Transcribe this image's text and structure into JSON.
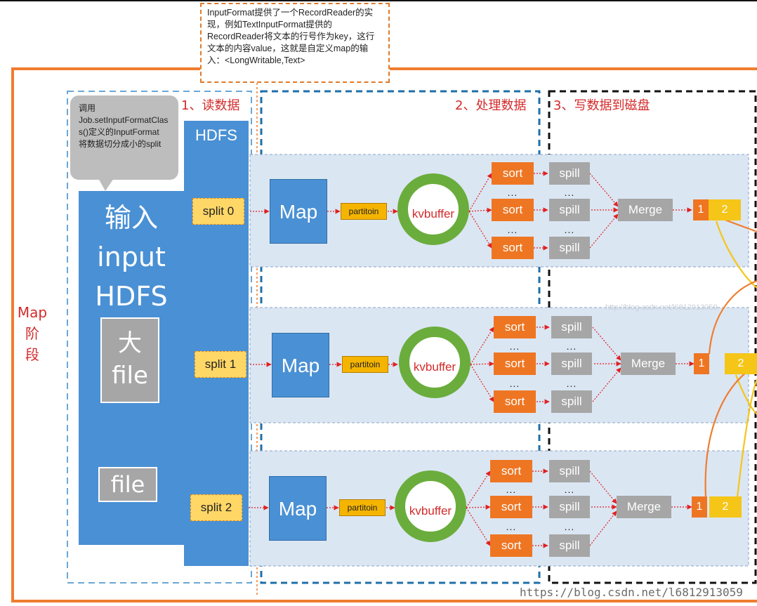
{
  "callout_top": {
    "line1": "InputFormat提供了一个RecordReader的实",
    "line2": "现，例如TextInputFormat提供的",
    "line3": "RecordReader将文本的行号作为key，这行",
    "line4": "文本的内容value，这就是自定义map的输",
    "line5": "入：<LongWritable,Text>"
  },
  "stages": {
    "read": "1、读数据",
    "process": "2、处理数据",
    "write": "3、写数据到磁盘"
  },
  "map_phase": {
    "line1": "Map",
    "line2": "阶",
    "line3": "段"
  },
  "gray_callout": {
    "line1": "调用",
    "line2": "Job.setInputFormatClas",
    "line3": "s()定义的InputFormat",
    "line4": "将数据切分成小的split"
  },
  "input_panel": {
    "line1": "输入",
    "line2": "input",
    "line3": "HDFS"
  },
  "big_file": {
    "line1": "大",
    "line2": "file"
  },
  "small_file": "file",
  "hdfs_label": "HDFS",
  "lanes": [
    {
      "split": "split 0",
      "map": "Map",
      "partition": "partitoin",
      "kvbuffer": "kvbuffer",
      "sorts": [
        "sort",
        "sort",
        "sort"
      ],
      "spills": [
        "spill",
        "spill",
        "spill"
      ],
      "dots": "...",
      "merge": "Merge",
      "out1": "1",
      "out2": "2"
    },
    {
      "split": "split 1",
      "map": "Map",
      "partition": "partitoin",
      "kvbuffer": "kvbuffer",
      "sorts": [
        "sort",
        "sort",
        "sort"
      ],
      "spills": [
        "spill",
        "spill",
        "spill"
      ],
      "dots": "...",
      "merge": "Merge",
      "out1": "1",
      "out2": "2"
    },
    {
      "split": "split 2",
      "map": "Map",
      "partition": "partitoin",
      "kvbuffer": "kvbuffer",
      "sorts": [
        "sort",
        "sort",
        "sort"
      ],
      "spills": [
        "spill",
        "spill",
        "spill"
      ],
      "dots": "...",
      "merge": "Merge",
      "out1": "1",
      "out2": "2"
    }
  ],
  "watermark_top": "http://blog.csdn.net/l6812913059",
  "watermark_bottom": "https://blog.csdn.net/l6812913059",
  "colors": {
    "orange_frame": "#ef7d2e",
    "blue_box": "#4a90d4",
    "stage_text": "#d42a2a",
    "ring": "#6aad3c",
    "sort": "#ee7623",
    "spill": "#a6a6a6",
    "partition": "#f5b400",
    "split": "#ffd766"
  }
}
